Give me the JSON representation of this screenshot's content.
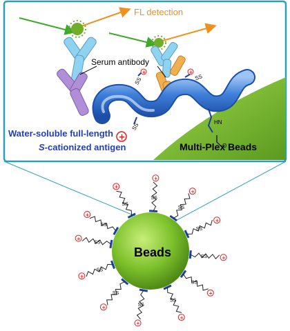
{
  "labels": {
    "fl_detection": "FL detection",
    "serum_antibody": "Serum antibody",
    "antigen_line1": "Water-soluble full-length",
    "antigen_line2_prefix": "S",
    "antigen_line2_rest": "-cationized antigen",
    "beads_panel": "Multi-Plex Beads",
    "bead_center": "Beads",
    "ss_link": "SS",
    "linker_chem_hn": "HN",
    "linker_chem_o": "O",
    "charge": "+"
  },
  "colors": {
    "frame": "#2aa0b8",
    "antigen_blue": "#3f7fd8",
    "bead_green": "#7cc02a",
    "label_blue": "#1f3fbf",
    "fl_arrow": "#f0901e",
    "laser_green": "#3faa2a",
    "antibody_light_blue": "#8fd3f0",
    "antibody_purple": "#b08fd8",
    "antibody_orange": "#f0b050",
    "charge_red": "#e02020"
  },
  "icons": [
    "fluorophore-icon",
    "antibody-icon",
    "positive-charge-icon",
    "disulfide-linker-icon",
    "bead-icon"
  ]
}
